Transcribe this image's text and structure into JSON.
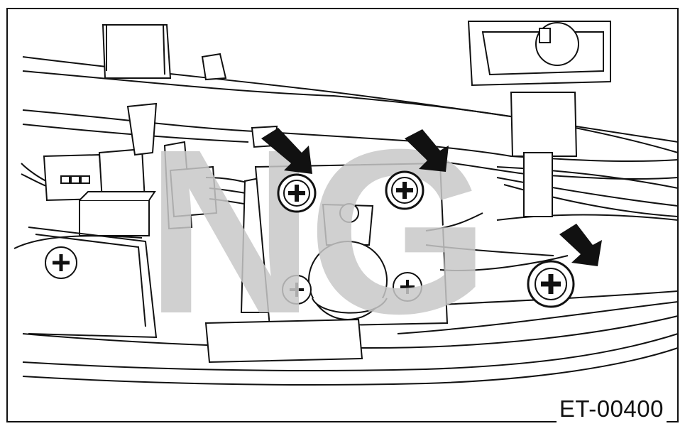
{
  "figure": {
    "id_label": "ET-00400",
    "watermark_text": "NG",
    "colors": {
      "line": "#111111",
      "watermark": "#c8c8c8",
      "arrow": "#111111",
      "background": "#ffffff"
    },
    "callouts": [
      "arrow-1",
      "arrow-2",
      "arrow-3"
    ],
    "screws_marked": 3
  }
}
